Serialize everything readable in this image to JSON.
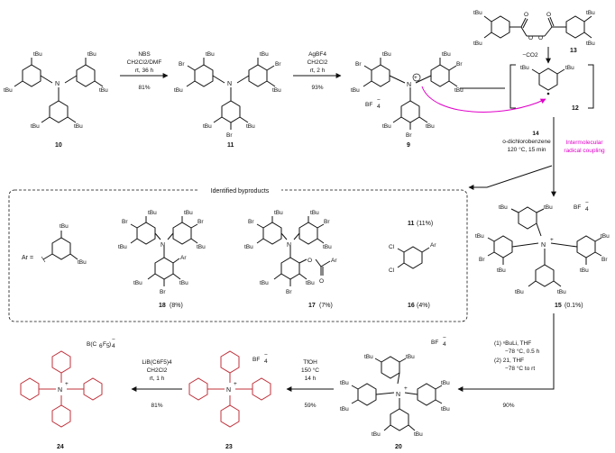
{
  "colors": {
    "black": "#111111",
    "tbu_blue": "#1a3cc0",
    "br_green": "#111111",
    "product_red": "#c0303a",
    "magenta": "#e000c8"
  },
  "compounds": {
    "c10": "10",
    "c11": "11",
    "c9": "9",
    "c13": "13",
    "c12": "12",
    "c14": "14",
    "c15": "15",
    "c15_yield": "(0.1%)",
    "c18": "18",
    "c18_yield": "(8%)",
    "c17": "17",
    "c17_yield": "(7%)",
    "c16": "16",
    "c16_yield": "(4%)",
    "c11_byproduct": "11",
    "c11_byproduct_yield": "(11%)",
    "c20": "20",
    "c23": "23",
    "c24": "24"
  },
  "labels": {
    "tbu": "tBu",
    "br": "Br",
    "n": "N",
    "o": "O",
    "cl": "Cl",
    "ar": "Ar",
    "ar_def": "Ar =",
    "bf4": "BF",
    "four": "4",
    "minus": "−",
    "plus": "+",
    "b_c6f5": "B(C",
    "six": "6",
    "f5": "F",
    "five": "5",
    "close4": ")",
    "byproducts_header": "Identified byproducts"
  },
  "steps": {
    "s1": {
      "line1": "NBS",
      "line2": "CH2Cl2/DMF",
      "line3": "rt, 36 h",
      "yield": "81%"
    },
    "s2": {
      "line1": "AgBF4",
      "line2": "CH2Cl2",
      "line3": "rt, 2 h",
      "yield": "93%"
    },
    "s3": {
      "line1": "−CO2"
    },
    "s4": {
      "line1": "14",
      "line2": "o-dichlorobenzene",
      "line3": "120 °C, 15 min"
    },
    "s4_mag": {
      "line1": "Intermolecular",
      "line2": "radical coupling"
    },
    "s5": {
      "line1": "(1) ⁿBuLi, THF",
      "line2": "−78 °C, 0.5 h",
      "line3": "(2) 21, THF",
      "line4": "−78 °C to rt",
      "yield": "90%"
    },
    "s6": {
      "line1": "TfOH",
      "line2": "150 °C",
      "line3": "14 h",
      "yield": "59%"
    },
    "s7": {
      "line1": "LiB(C6F5)4",
      "line2": "CH2Cl2",
      "line3": "rt, 1 h",
      "yield": "81%"
    }
  }
}
